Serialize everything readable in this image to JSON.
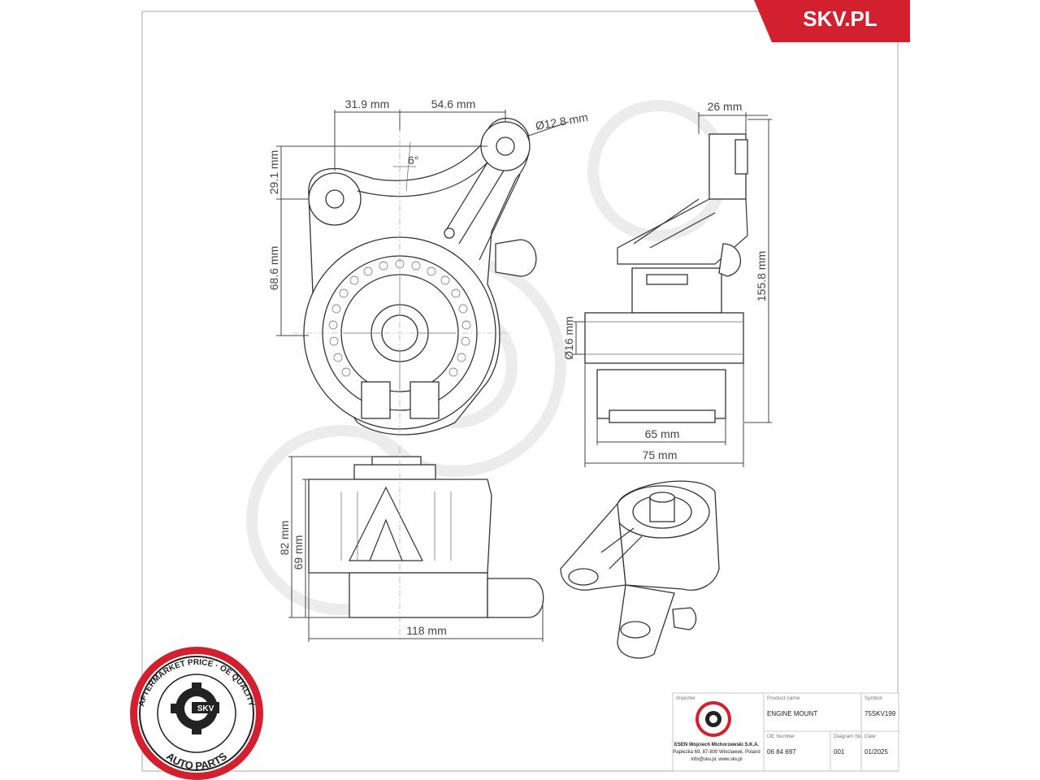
{
  "brand": {
    "logo_text": "SKV.PL",
    "color": "#d3202e"
  },
  "stamp": {
    "ring_text_top": "AFTERMARKET PRICE · OE QUALITY",
    "ring_text_bottom": "AUTO PARTS",
    "center_text": "SKV"
  },
  "dimensions": {
    "d1": "31.9 mm",
    "d2": "54.6 mm",
    "d3": "Ø12.8 mm",
    "d4": "29.1 mm",
    "d5": "6°",
    "d6": "68.6 mm",
    "d7": "26 mm",
    "d8": "155.8 mm",
    "d9": "Ø16 mm",
    "d10": "65 mm",
    "d11": "75 mm",
    "d12": "82 mm",
    "d13": "69 mm",
    "d14": "118 mm"
  },
  "title_block": {
    "importer_label": "Importer",
    "importer_name": "ESEN Wojciech Michorzewski S.K.A.",
    "importer_address": "Papiezka 69, 87-800 Wloclawek, Poland",
    "importer_contact": "info@skv.pl, www.skv.pl",
    "product_label": "Product name",
    "product_value": "ENGINE MOUNT",
    "symbol_label": "Symbol",
    "symbol_value": "75SKV199",
    "oe_label": "OE Number",
    "oe_value": "06 84 697",
    "diagram_label": "Diagram No.",
    "diagram_value": "001",
    "date_label": "Date",
    "date_value": "01/2025"
  }
}
